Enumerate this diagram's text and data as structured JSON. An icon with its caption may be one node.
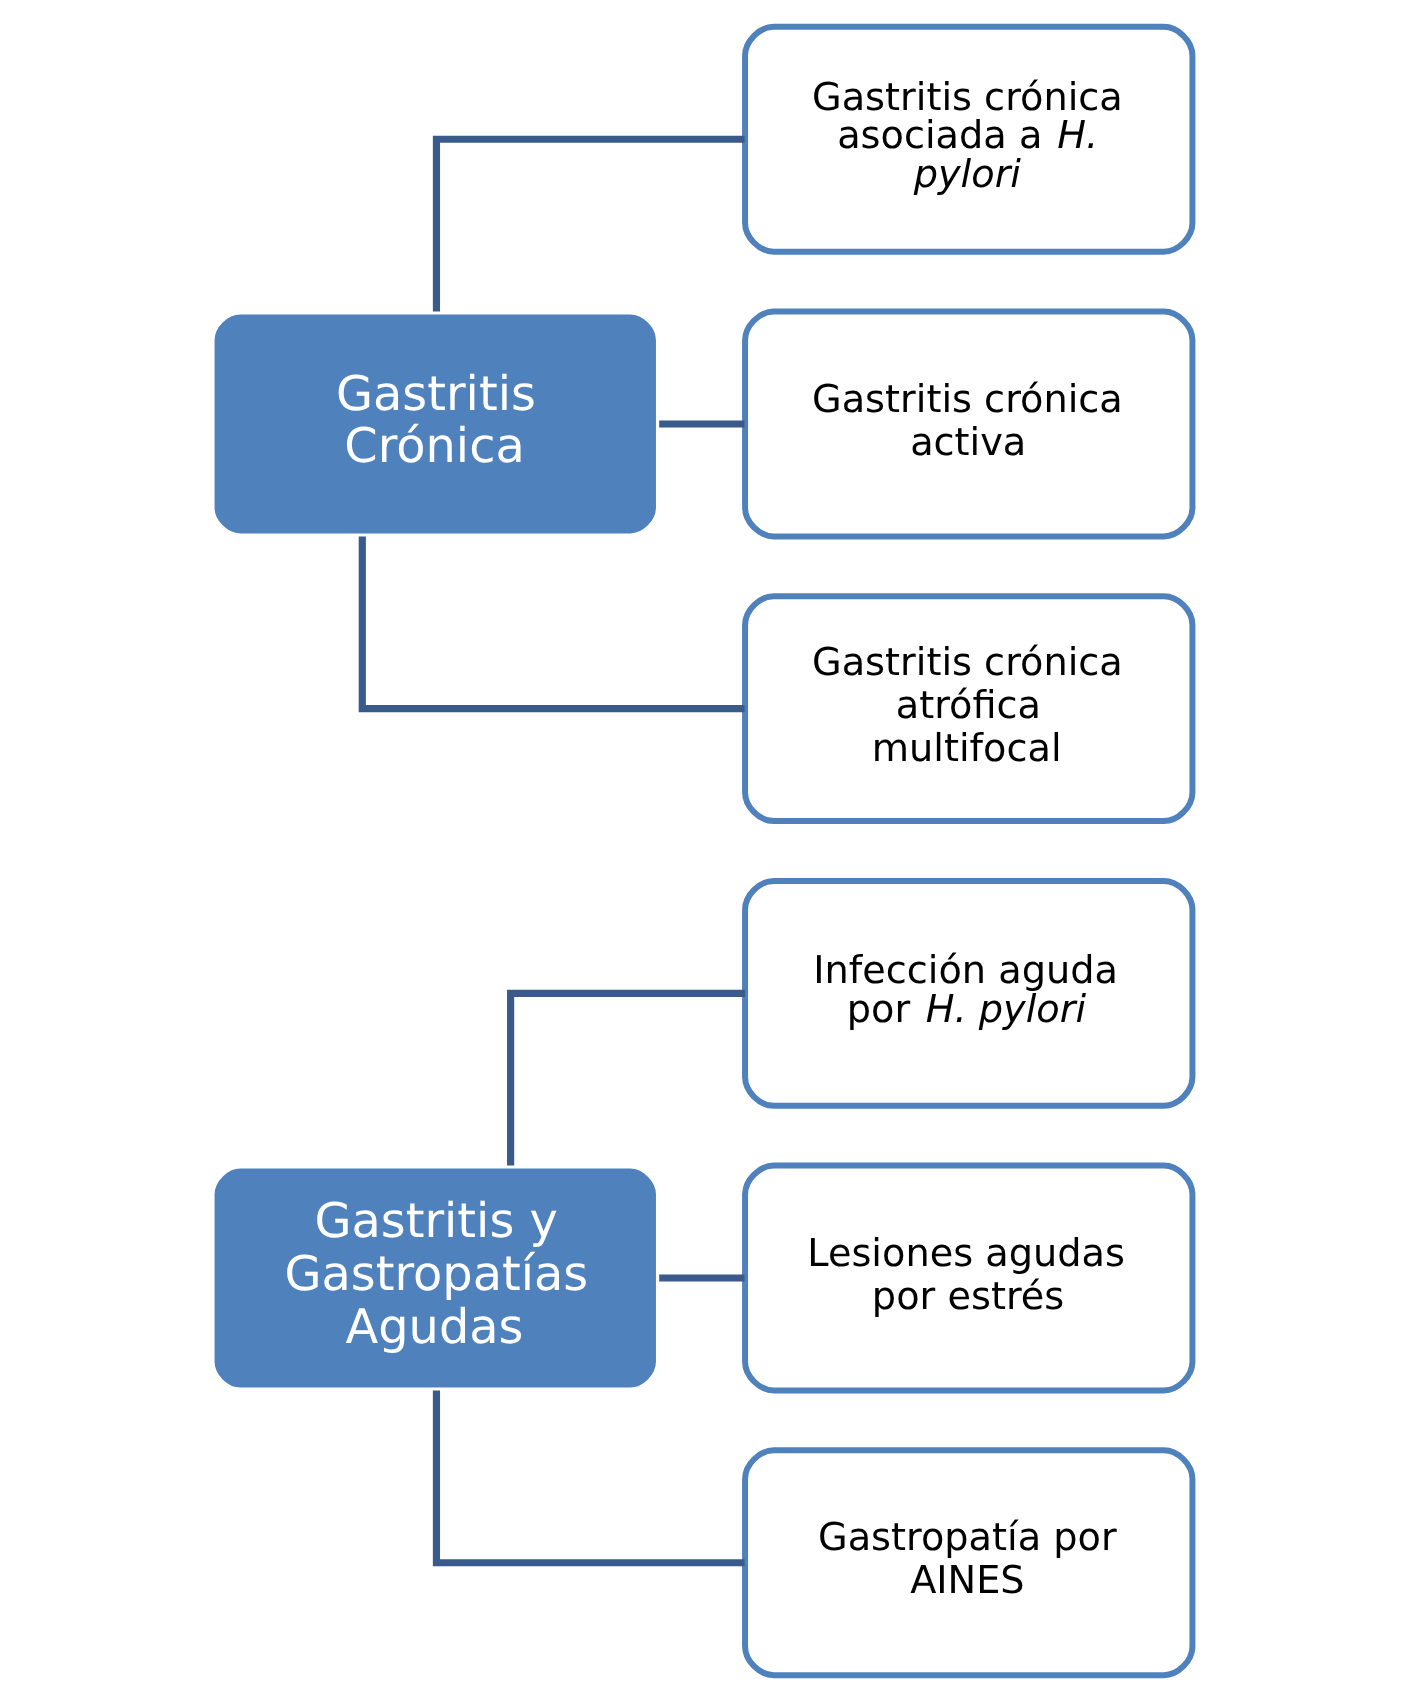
{
  "diagram": {
    "nodes": [
      {
        "text": [
          "Gastritis y Gastropatías Agudas"
        ]
      },
      {
        "text": [
          "Infección aguda por *H. pylori*"
        ]
      },
      {
        "text": [
          "Lesiones agudas por estrés"
        ]
      },
      {
        "text": [
          "Gastropatía por AINES"
        ]
      },
      {
        "text": [
          "Gastritis Crónica"
        ]
      },
      {
        "text": [
          "Gastritis crónica asociada a *H. pylori*"
        ]
      },
      {
        "text": [
          "Gastritis crónica activa"
        ]
      },
      {
        "text": [
          "Gastritis crónica atrófica multifocal"
        ]
      }
    ],
    "edges": [
      {
        "from": 0,
        "to": 1,
        "arrow": "none"
      },
      {
        "from": 0,
        "to": 2,
        "arrow": "none"
      },
      {
        "from": 0,
        "to": 3,
        "arrow": "none"
      },
      {
        "from": 4,
        "to": 5,
        "arrow": "none"
      },
      {
        "from": 4,
        "to": 6,
        "arrow": "none"
      },
      {
        "from": 4,
        "to": 7,
        "arrow": "none"
      }
    ]
  }
}
